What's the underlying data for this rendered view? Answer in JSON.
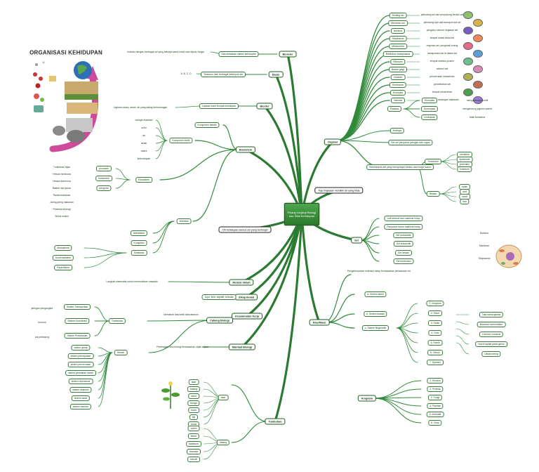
{
  "center": {
    "line1": "Ruang Lingkup Biologi",
    "line2": "dan Sifat Kehidupan"
  },
  "callouts": {
    "top": "Tiap tingkatan memiliki ciri yang khas",
    "bottom": "Ciri kehidupan semua sel yang berfungsi"
  },
  "organisasi": {
    "title": "ORGANISASI KEHIDUPAN",
    "branches": [
      {
        "label": "Bioseler",
        "detail": "Satu kesatuan sistem kehidupan",
        "leaf": "Individu dengan berbagai sel yang bekerja sama untuk satu tujuan fungsi"
      },
      {
        "label": "Dasar",
        "detail": "Tersusun oleh berbagai kelompok sel",
        "leaf": "A, B, C, D"
      },
      {
        "label": "Biosfer",
        "detail": "Lapisan bumi tempat kehidupan",
        "leaf": "Lapisan udara, tanah, air yang saling berhubungan"
      }
    ]
  },
  "organel": {
    "label": "Organel",
    "items": [
      {
        "label": "Dinding sel",
        "note": "pelindung sel dan penyokong bentuk sel"
      },
      {
        "label": "Membran sel",
        "note": "pelindung dan alat transport zat sel"
      },
      {
        "label": "Nukleus",
        "note": "pengatur seluruh kegiatan sel"
      },
      {
        "label": "Sitoplasma",
        "note": "tempat reaksi kimia sel"
      },
      {
        "label": "Mitokondria",
        "note": "respirasi sel, penghasil energi"
      },
      {
        "label": "Retikulum endoplasma",
        "note": "transportasi zat di dalam sel"
      },
      {
        "label": "Ribosom",
        "note": "tempat sintesis protein"
      },
      {
        "label": "Badan golgi",
        "note": "sekresi zat"
      },
      {
        "label": "Lisosom",
        "note": "pencernaan intraseluler"
      },
      {
        "label": "Sentrosom",
        "note": "pembelahan sel"
      },
      {
        "label": "Kloroplas",
        "note": "tempat fotosintesis"
      },
      {
        "label": "Vakuola",
        "note": "penyimpan cadangan makanan"
      }
    ],
    "plastida": {
      "label": "Plastida",
      "children": [
        {
          "label": "Kloroplas",
          "note": "mengandung klorofil"
        },
        {
          "label": "Kromoplas",
          "note": "mengandung pigmen warna"
        },
        {
          "label": "Leukoplas",
          "note": "tidak berwarna"
        }
      ]
    },
    "extra": [
      "Kelenjar",
      "Sel-sel penyusun jaringan dan organ"
    ]
  },
  "jaringan": {
    "label": "Jaringan",
    "note": "Sekelompok sel yang mempunyai bentuk dan fungsi sama",
    "groups": [
      {
        "label": "Tumbuhan",
        "items": [
          "meristem",
          "epidermis",
          "parenkim",
          "kolenkim"
        ]
      },
      {
        "label": "Hewan",
        "items": [
          "epitel",
          "otot",
          "saraf",
          "ikat"
        ]
      }
    ]
  },
  "sel": {
    "label": "Sel",
    "items": [
      "Unit terkecil dari makhluk hidup",
      "Penyusun tubuh makhluk hidup",
      "Sel prokariotik",
      "Sel eukariotik",
      "Sel hewan",
      "Sel tumbuhan"
    ],
    "tags": [
      "Nukleus",
      "Membran",
      "Sitoplasma"
    ]
  },
  "biosistem": {
    "label": "Biosistem",
    "topics": [
      "Komponen abiotik",
      "Komponen biotik",
      "Interaksi",
      "Ekosistem"
    ],
    "abiotik": [
      "cahaya matahari",
      "suhu",
      "air",
      "tanah",
      "udara",
      "kelembapan"
    ],
    "biotik": [
      "produsen",
      "konsumen",
      "pengurai"
    ],
    "notes": [
      "Tumbuhan hijau",
      "Hewan herbivora",
      "Hewan karnivora",
      "Bakteri dan jamur",
      "Rantai makanan",
      "Jaring jaring makanan",
      "Piramida ekologi",
      "Siklus materi"
    ],
    "interaksi": [
      "Netralisme",
      "Kompetisi",
      "Simbiosis"
    ],
    "simbiosis": [
      "Mutualisme",
      "Komensalisme",
      "Parasitisme"
    ]
  },
  "right": {
    "klasifikasi": {
      "label": "Klasifikasi",
      "note": "Pengelompokan makhluk hidup berdasarkan persamaan ciri",
      "levels": [
        "1. Kingdom",
        "2. Filum",
        "3. Kelas",
        "4. Ordo",
        "5. Famili",
        "6. Genus",
        "7. Spesies"
      ],
      "sub": [
        "a. Sistem alami",
        "b. Sistem buatan",
        "c. Sistem filogenetik"
      ],
      "notes": [
        "Tata nama ganda",
        "Binomial nomenklatur",
        "Carolus Linnaeus",
        "Huruf kapital pada genus",
        "Ditulis miring"
      ]
    },
    "kingdom": {
      "label": "Kingdom",
      "items": [
        "1. Monera",
        "2. Protista",
        "3. Fungi",
        "4. Plantae",
        "5. Animalia",
        "6. Virus"
      ]
    }
  },
  "bottom": {
    "metode": {
      "label": "Metode Ilmiah",
      "note": "Langkah sistematis untuk memecahkan masalah"
    },
    "sikap": {
      "label": "Sikap Ilmiah",
      "note": "Jujur, teliti, objektif, terbuka"
    },
    "keselamatan": {
      "label": "Keselamatan Kerja",
      "note": "Mematuhi tata tertib laboratorium"
    },
    "cabang": {
      "label": "Cabang Biologi",
      "note": "Pembagian ilmu biologi berdasarkan objek kajian"
    },
    "manfaat": {
      "label": "Manfaat Biologi"
    },
    "hewan": {
      "label": "Hewan",
      "items": [
        "sistem gerak",
        "sistem pernapasan",
        "sistem pencernaan",
        "sistem peredaran darah",
        "sistem reproduksi",
        "sistem ekskresi",
        "sistem saraf",
        "sistem hormon"
      ]
    },
    "tumbuhan": {
      "label": "Tumbuhan",
      "items": [
        "akar",
        "batang",
        "daun",
        "bunga",
        "buah",
        "biji"
      ]
    },
    "plant_labels": [
      "akar",
      "batang",
      "daun",
      "bunga",
      "buah",
      "biji",
      "tunas"
    ],
    "plant_labels2": [
      "xylem",
      "floem",
      "kambium",
      "stomata",
      "klorofil"
    ],
    "tumbuhan_top": [
      "Sistem Transportasi",
      "Sistem Koordinasi",
      "Sistem Pertahanan"
    ],
    "tumbuhan_top_items": [
      "jaringan pengangkut",
      "hormon",
      "zat pelindung"
    ]
  }
}
